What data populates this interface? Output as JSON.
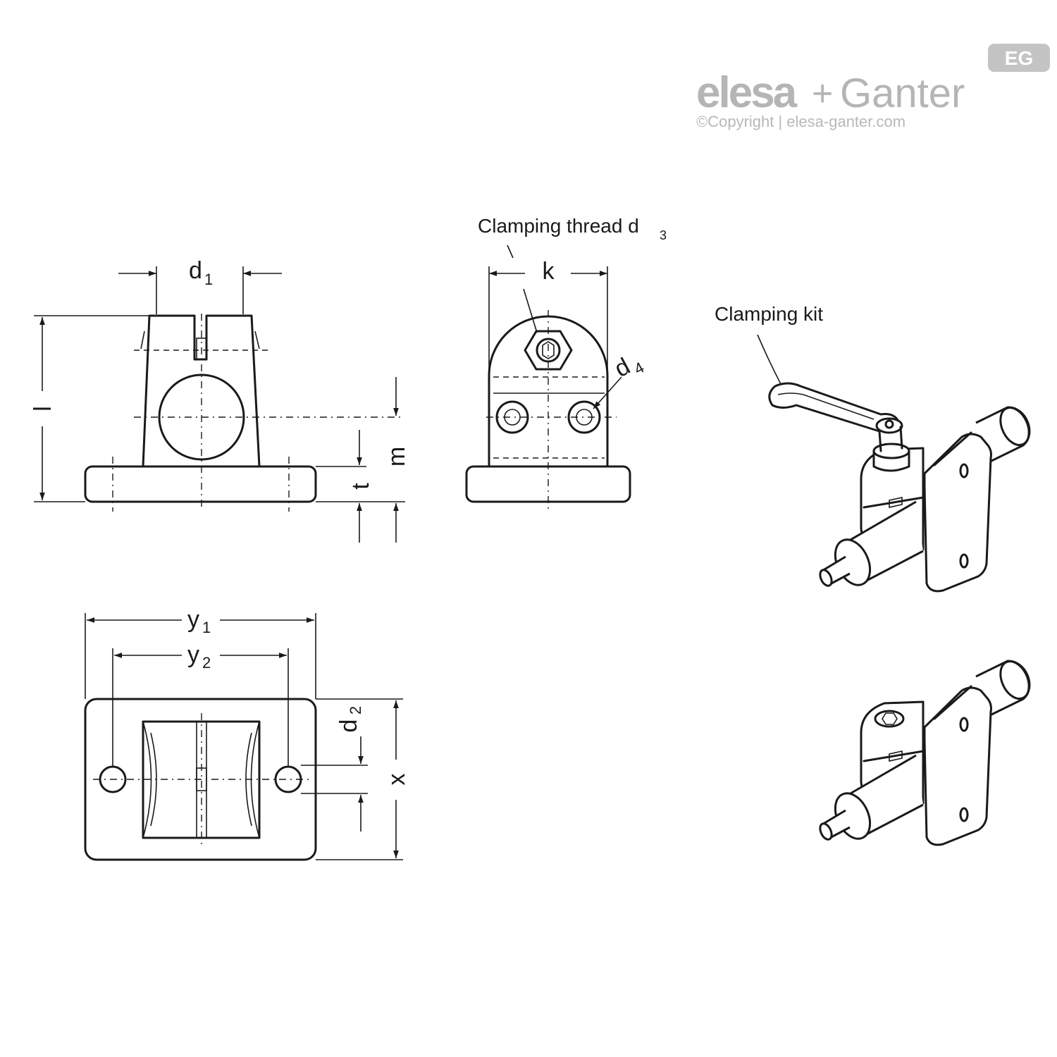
{
  "brand": {
    "logo_elesa": "elesa",
    "logo_plus": "+",
    "logo_ganter": "Ganter",
    "badge": "EG",
    "copyright": "©Copyright | elesa-ganter.com"
  },
  "labels": {
    "d": "d",
    "d1_sub": "1",
    "d2_sub": "2",
    "d3_sub": "3",
    "d4_sub": "4",
    "l": "l",
    "m": "m",
    "t": "t",
    "k": "k",
    "x": "x",
    "y": "y",
    "y1_sub": "1",
    "y2_sub": "2"
  },
  "callouts": {
    "clamping_thread": "Clamping thread d",
    "clamping_kit": "Clamping kit"
  }
}
